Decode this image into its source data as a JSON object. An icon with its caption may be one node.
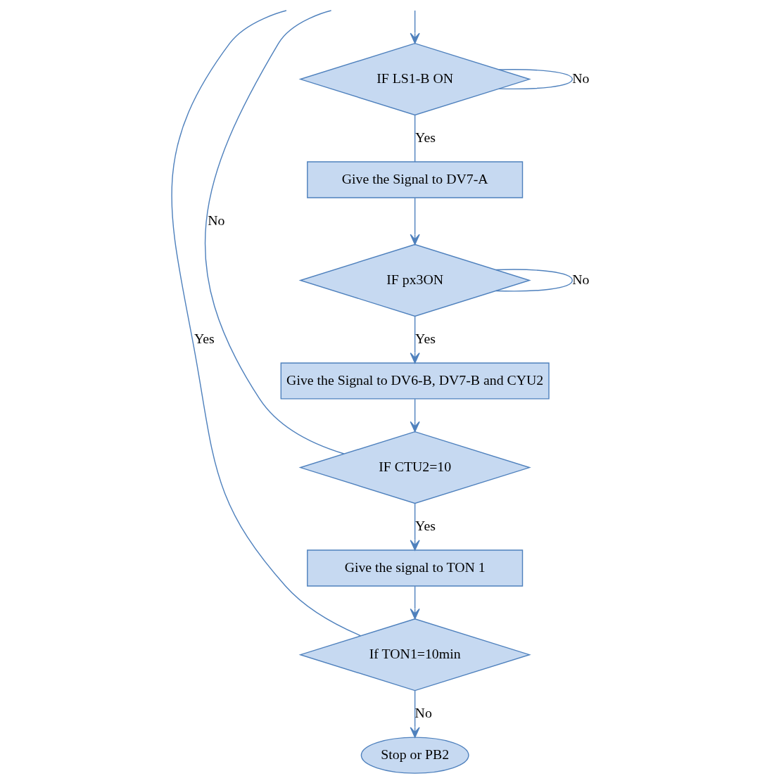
{
  "diagram": {
    "nodes": [
      {
        "text": [
          "IF LS1-B ON"
        ]
      },
      {
        "text": [
          "Give the Signal to DV7-A"
        ]
      },
      {
        "text": [
          "IF px3ON"
        ]
      },
      {
        "text": [
          "Give the Signal to DV6-B, DV7-B and CYU2"
        ]
      },
      {
        "text": [
          "IF CTU2=10"
        ]
      },
      {
        "text": [
          "Give the signal to TON 1"
        ]
      },
      {
        "text": [
          "If TON1=10min"
        ]
      },
      {
        "text": [
          "Stop or PB2"
        ]
      }
    ],
    "edges": [
      {
        "from": null,
        "to": 0,
        "arrow": "to"
      },
      {
        "from": 0,
        "to": 0,
        "arrow": "none",
        "label": "No"
      },
      {
        "from": 0,
        "to": 1,
        "arrow": "none",
        "label": "Yes"
      },
      {
        "from": 1,
        "to": 2,
        "arrow": "to"
      },
      {
        "from": 2,
        "to": 2,
        "arrow": "none",
        "label": "No"
      },
      {
        "from": 2,
        "to": 3,
        "arrow": "to",
        "label": "Yes"
      },
      {
        "from": 3,
        "to": 4,
        "arrow": "to"
      },
      {
        "from": 4,
        "to": null,
        "arrow": "none",
        "label": "No"
      },
      {
        "from": 4,
        "to": 5,
        "arrow": "to",
        "label": "Yes"
      },
      {
        "from": 5,
        "to": 6,
        "arrow": "to"
      },
      {
        "from": 6,
        "to": null,
        "arrow": "none",
        "label": "Yes"
      },
      {
        "from": 6,
        "to": 7,
        "arrow": "to",
        "label": "No"
      }
    ]
  }
}
